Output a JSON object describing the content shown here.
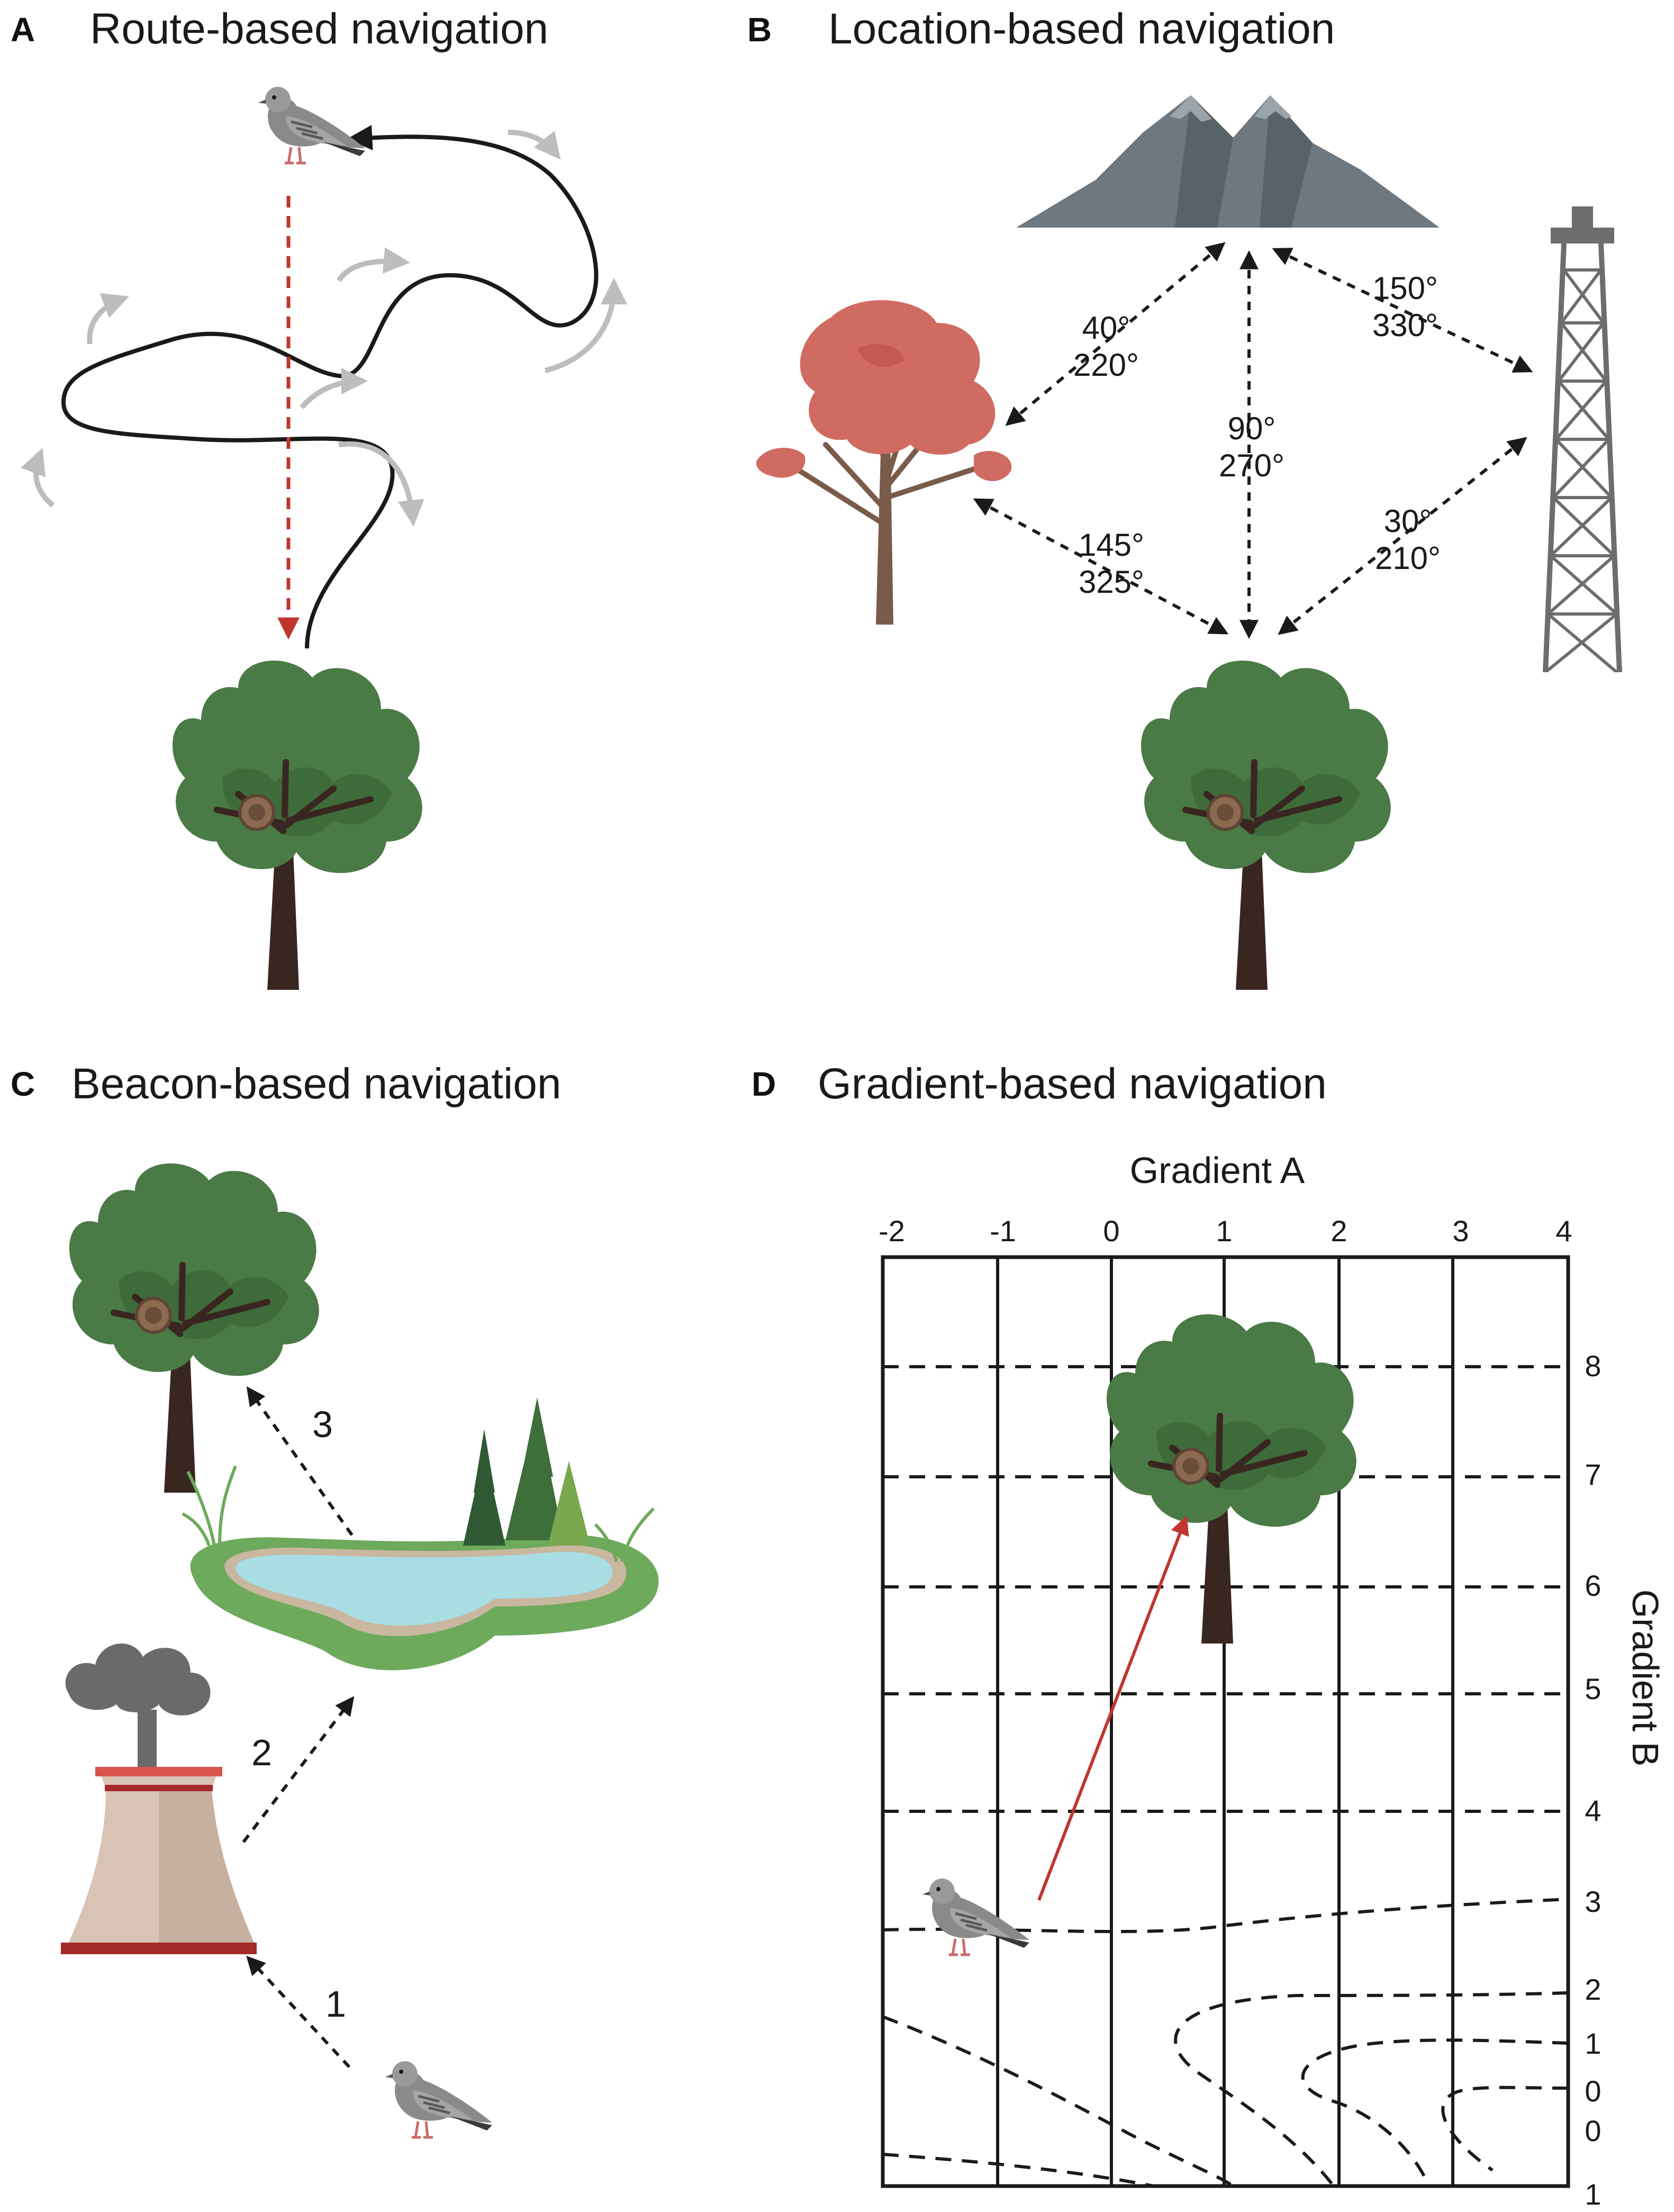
{
  "colors": {
    "tree_green": "#4a7a45",
    "tree_green_dark": "#3b6838",
    "trunk_brown": "#3a2620",
    "autumn_red": "#d06b62",
    "bird_gray": "#8a8a8a",
    "route_arrow_red": "#c0362c",
    "gray_arrow": "#bdbdbd",
    "mountain_gray": "#6d7880",
    "water_blue": "#a8dde4",
    "grass_green": "#6daa5c",
    "factory_tan": "#d8c3b5",
    "factory_red": "#a52a2a"
  },
  "panels": {
    "a": {
      "label": "A",
      "title": "Route-based navigation"
    },
    "b": {
      "label": "B",
      "title": "Location-based navigation",
      "bearings": {
        "tree_mountain": [
          "40°",
          "220°"
        ],
        "mountain_home": [
          "90°",
          "270°"
        ],
        "mountain_tower": [
          "150°",
          "330°"
        ],
        "tree_home": [
          "145°",
          "325°"
        ],
        "tower_home": [
          "30°",
          "210°"
        ]
      }
    },
    "c": {
      "label": "C",
      "title": "Beacon-based navigation",
      "steps": [
        "1",
        "2",
        "3"
      ]
    },
    "d": {
      "label": "D",
      "title": "Gradient-based navigation",
      "axis_x_title": "Gradient A",
      "axis_y_title": "Gradient B",
      "x_ticks": [
        "-2",
        "-1",
        "0",
        "1",
        "2",
        "3",
        "4"
      ],
      "y_ticks": [
        "8",
        "7",
        "6",
        "5",
        "4",
        "3",
        "2",
        "1",
        "0",
        "0",
        "1"
      ]
    }
  },
  "icons": [
    "pigeon-icon",
    "nest-tree-icon",
    "autumn-tree-icon",
    "mountain-icon",
    "tower-icon",
    "pond-icon",
    "factory-icon"
  ]
}
